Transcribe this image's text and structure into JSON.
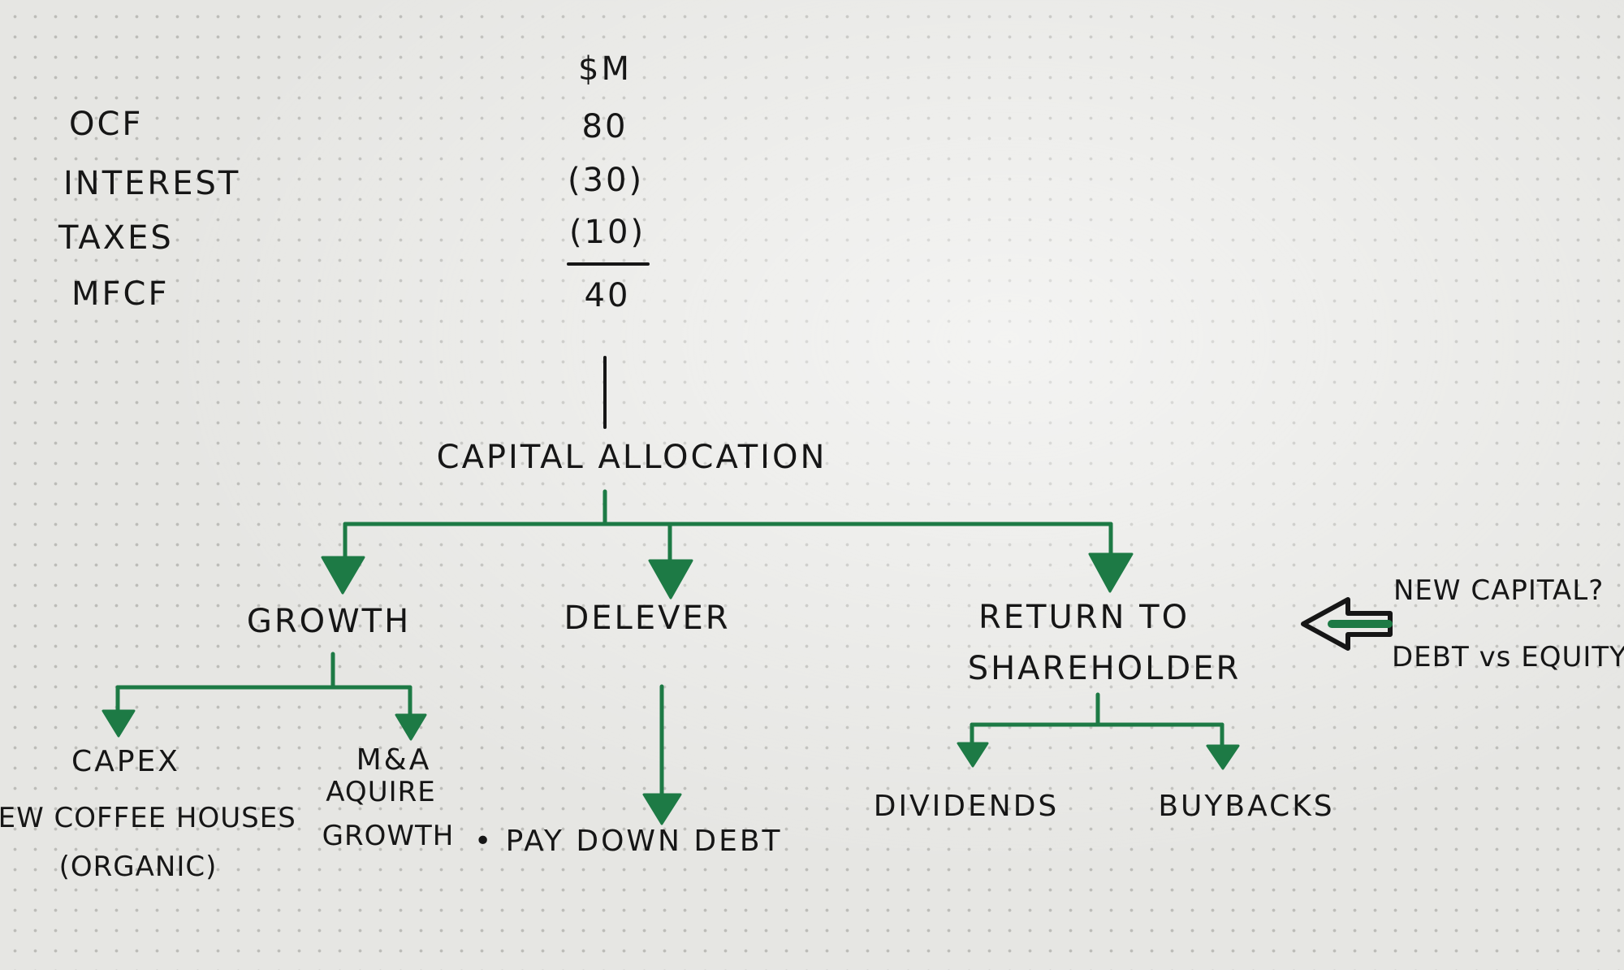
{
  "colors": {
    "ink": "#161616",
    "marker": "#1d7a45"
  },
  "financials": {
    "unit": "$M",
    "rows": [
      {
        "label": "OCF",
        "value": "80"
      },
      {
        "label": "INTEREST",
        "value": "(30)"
      },
      {
        "label": "TAXES",
        "value": "(10)"
      },
      {
        "label": "MFCF",
        "value": "40"
      }
    ]
  },
  "tree": {
    "root": "CAPITAL ALLOCATION",
    "growth": {
      "label": "GROWTH",
      "capex": {
        "title": "CAPEX",
        "line1": "NEW COFFEE HOUSES",
        "line2": "(ORGANIC)"
      },
      "ma": {
        "title": "M&A",
        "line1": "AQUIRE",
        "line2": "GROWTH"
      }
    },
    "delever": {
      "label": "DELEVER",
      "action": "• PAY DOWN DEBT"
    },
    "return": {
      "line1": "RETURN TO",
      "line2": "SHAREHOLDER",
      "dividends": "DIVIDENDS",
      "buybacks": "BUYBACKS"
    }
  },
  "side_note": {
    "question": "NEW CAPITAL?",
    "detail": "DEBT vs EQUITY"
  }
}
